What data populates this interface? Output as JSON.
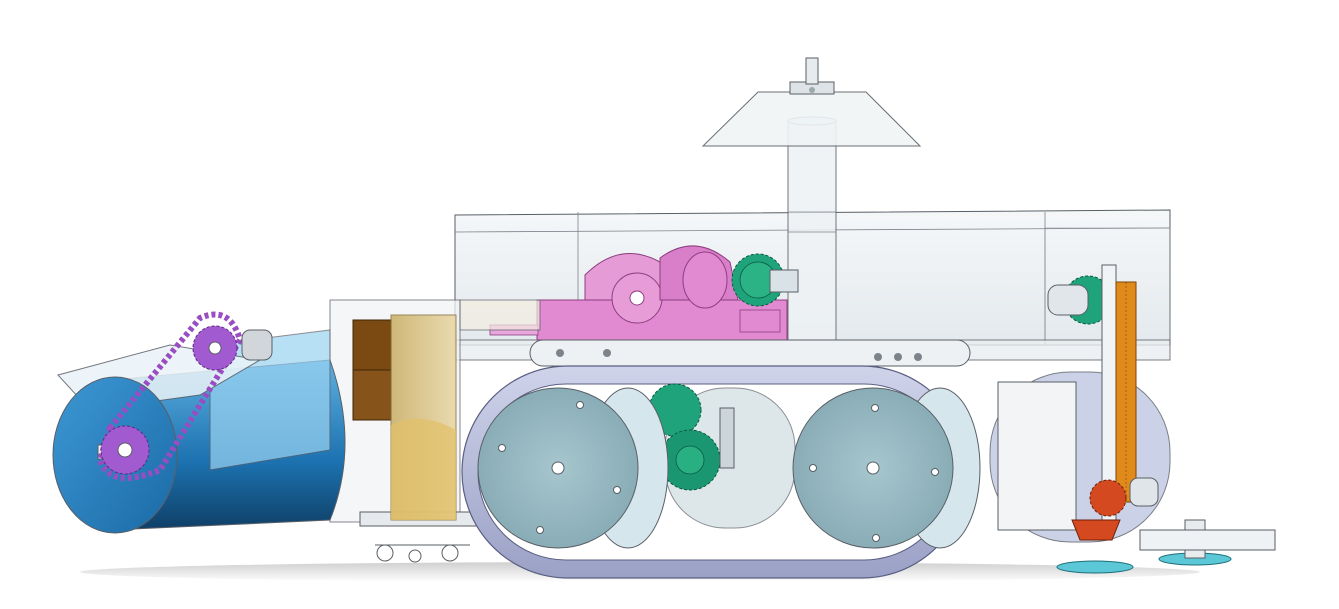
{
  "model": {
    "components": [
      "guard-cone",
      "vertical-mast",
      "transparent-enclosure",
      "pink-gear-motor",
      "green-drive-gear",
      "tracked-undercarriage",
      "front-road-wheel",
      "rear-road-wheel",
      "green-gear-train",
      "blue-brush-roller",
      "purple-chain-drive",
      "brown-front-panels",
      "tan-front-panels",
      "rack-and-pinion-lift",
      "orange-rack",
      "red-bevel-gears",
      "cyan-base-discs",
      "support-casters",
      "side-plate"
    ],
    "colors": {
      "background": "#ffffff",
      "glass": "#e8eef2",
      "edge": "#5a5f66",
      "wheel": "#93b6bf",
      "track": "#b9bfdc",
      "pink": "#e28ad1",
      "green": "#1fa37a",
      "purple": "#9a4dc2",
      "roller": "#1f7fc0",
      "brown": "#7a4a12",
      "tan": "#d9c386",
      "orange": "#e08a1c",
      "red": "#d4491f",
      "cyan": "#5cc7d6"
    }
  }
}
